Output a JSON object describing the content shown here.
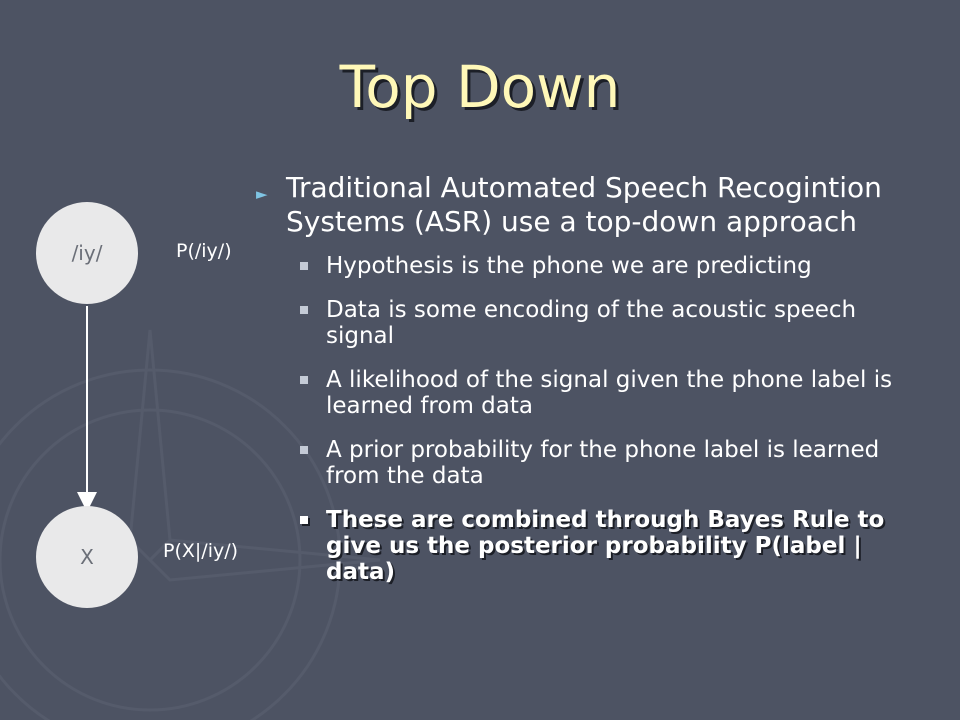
{
  "slide": {
    "title": "Top Down",
    "background_color": "#4d5363",
    "title_color": "#fff8b8"
  },
  "diagram": {
    "nodes": [
      {
        "label": "/iy/"
      },
      {
        "label": "X"
      }
    ],
    "edge_labels": {
      "prior": "P(/iy/)",
      "likelihood": "P(X|/iy/)"
    }
  },
  "content": {
    "main_bullet": "Traditional Automated Speech Recogintion Systems (ASR) use a top-down approach",
    "sub_bullets": [
      {
        "text": "Hypothesis is the phone we are predicting",
        "bold": false
      },
      {
        "text": "Data is some encoding of the acoustic speech signal",
        "bold": false
      },
      {
        "text": "A likelihood of the signal given the phone label is learned from data",
        "bold": false
      },
      {
        "text": "A prior probability for the phone label is learned from the data",
        "bold": false
      },
      {
        "text": "These are combined through Bayes Rule to give us the posterior probability P(label | data)",
        "bold": true
      }
    ],
    "icons": {
      "main_marker": "triangle-arrow-icon",
      "sub_marker": "square-bullet-icon"
    }
  }
}
